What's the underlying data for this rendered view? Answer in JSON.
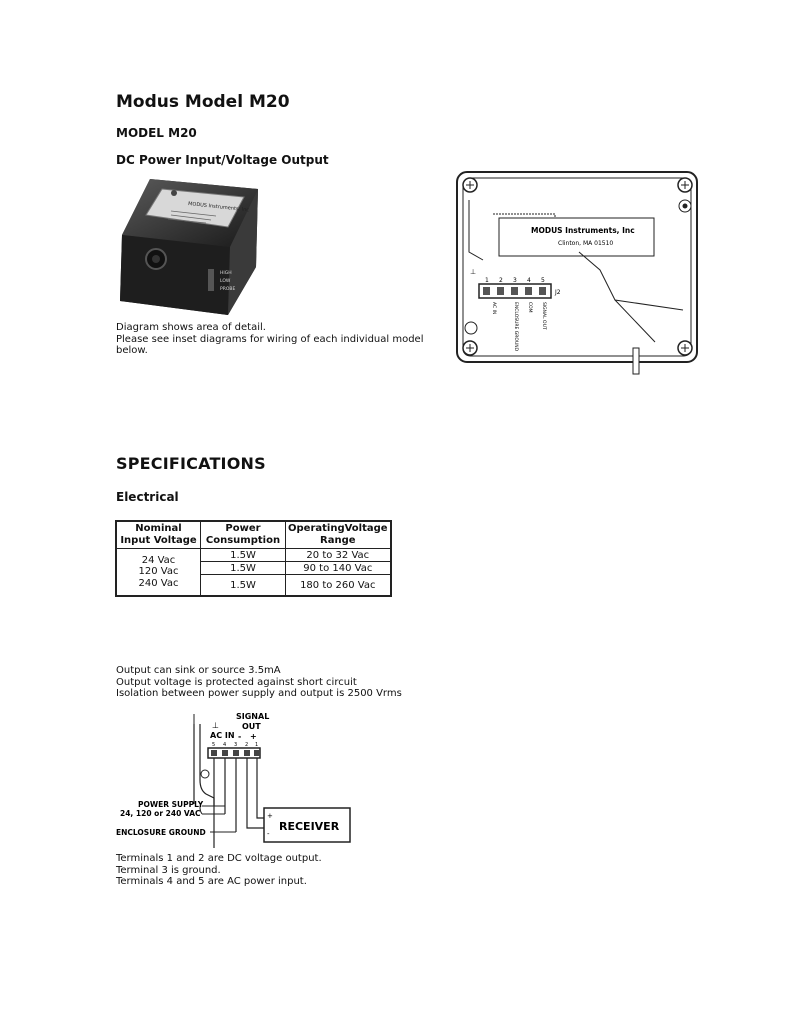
{
  "title": "Modus Model M20",
  "model_heading": "MODEL M20",
  "subheading": "DC Power Input/Voltage Output",
  "photo": {
    "label_line1": "MODUS Instruments, Inc",
    "switch_labels": [
      "HIGH",
      "LOW",
      "PROBE"
    ]
  },
  "intro_lines": [
    "Diagram shows area of detail.",
    "Please see inset diagrams for wiring of each individual model",
    "below."
  ],
  "detail_diagram": {
    "company": "MODUS Instruments, Inc",
    "location": "Clinton, MA 01510",
    "terminal_numbers": [
      "1",
      "2",
      "3",
      "4",
      "5"
    ],
    "connector_label": "J2",
    "terminal_labels": [
      "AC IN",
      "ENCLOSURE GROUND",
      "COM",
      "SIGNAL OUT"
    ]
  },
  "specs_heading": "SPECIFICATIONS",
  "electrical_heading": "Electrical",
  "table": {
    "headers": [
      "Nominal Input Voltage",
      "Power Consumption",
      "OperatingVoltage Range"
    ],
    "voltages": [
      "24 Vac",
      "120 Vac",
      "240 Vac"
    ],
    "power": [
      "1.5W",
      "1.5W",
      "1.5W"
    ],
    "ranges": [
      "20 to 32 Vac",
      "90 to 140 Vac",
      "180 to 260 Vac"
    ]
  },
  "notes": [
    "Output can sink or source 3.5mA",
    "Output voltage is protected against short circuit",
    "Isolation between power supply and output is 2500 Vrms"
  ],
  "wiring": {
    "signal_out": [
      "SIGNAL",
      "OUT"
    ],
    "ac_in": "AC IN",
    "polarity": [
      "-",
      "+"
    ],
    "terminal_numbers": [
      "5",
      "4",
      "3",
      "2",
      "1"
    ],
    "power_supply": [
      "POWER SUPPLY",
      "24, 120 or 240 VAC"
    ],
    "enclosure_ground": "ENCLOSURE GROUND",
    "receiver": "RECEIVER",
    "receiver_polarity": [
      "+",
      "-"
    ]
  },
  "terminal_notes": [
    "Terminals 1 and 2 are DC voltage output.",
    "Terminal 3 is ground.",
    "Terminals 4 and 5 are AC power input."
  ]
}
